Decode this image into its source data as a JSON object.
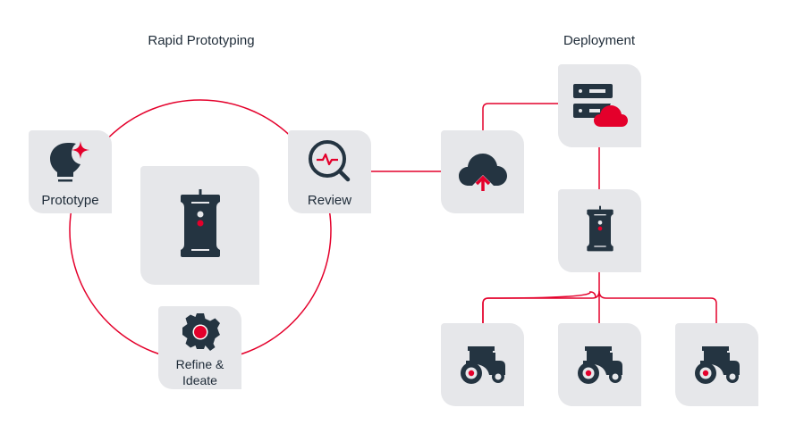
{
  "sections": {
    "left_title": "Rapid Prototyping",
    "right_title": "Deployment"
  },
  "colors": {
    "accent": "#e4002b",
    "icon_dark": "#243441",
    "box_bg": "#e6e7ea",
    "text": "#1e2b38"
  },
  "prototyping_cycle": {
    "nodes": [
      {
        "id": "prototype",
        "label": "Prototype",
        "icon": "lightbulb-sparkle-icon"
      },
      {
        "id": "review",
        "label": "Review",
        "icon": "magnifier-pulse-icon"
      },
      {
        "id": "refine",
        "label": "Refine & Ideate",
        "label_lines": [
          "Refine &",
          "Ideate"
        ],
        "icon": "gear-icon"
      },
      {
        "id": "device",
        "label": "",
        "icon": "data-logger-device-icon"
      }
    ]
  },
  "deployment": {
    "nodes": [
      {
        "id": "cloud-upload",
        "label": "",
        "icon": "cloud-upload-icon"
      },
      {
        "id": "server-cloud",
        "label": "",
        "icon": "server-cloud-icon"
      },
      {
        "id": "device",
        "label": "",
        "icon": "data-logger-device-icon"
      },
      {
        "id": "tractor-1",
        "label": "",
        "icon": "tractor-icon"
      },
      {
        "id": "tractor-2",
        "label": "",
        "icon": "tractor-icon"
      },
      {
        "id": "tractor-3",
        "label": "",
        "icon": "tractor-icon"
      }
    ]
  }
}
